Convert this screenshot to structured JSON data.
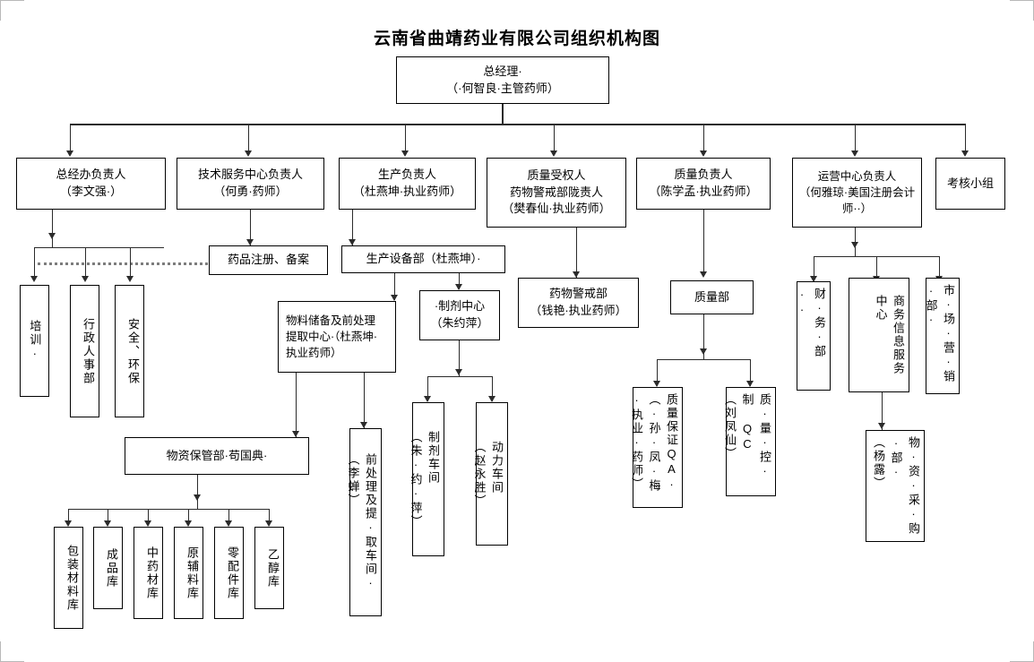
{
  "title": "云南省曲靖药业有限公司组织机构图",
  "root": {
    "label": "总经理·\n（·何智良·主管药师）"
  },
  "level2": [
    {
      "label": "总经办负责人\n（李文强·）"
    },
    {
      "label": "技术服务中心负责人\n（何勇·药师）"
    },
    {
      "label": "生产负责人\n（杜燕坤·执业药师）"
    },
    {
      "label": "质量受权人\n药物警戒部陇责人\n（樊春仙·执业药师）"
    },
    {
      "label": "质量负责人\n（陈学孟·执业药师）"
    },
    {
      "label": "运营中心负责人\n（何雅琼·美国注册会计师··）"
    },
    {
      "label": "考核小组"
    }
  ],
  "gm_office_children": [
    {
      "label": "培训·"
    },
    {
      "label": "行政人事部"
    },
    {
      "label": "安全、环保"
    }
  ],
  "tech_children": [
    {
      "label": "药品注册、备案"
    }
  ],
  "production": {
    "equipment_dept": {
      "label": "生产设备部（杜燕坤）·"
    },
    "material_center": {
      "label": "物料储备及前处理\n提取中心·（杜燕坤·\n执业药师）"
    },
    "preparation_center": {
      "label": "·制剂中心\n（朱约萍）"
    },
    "materials_custody": {
      "label": "物资保管部·苟国典·"
    },
    "warehouses": [
      {
        "label": "包装材料库"
      },
      {
        "label": "成品库"
      },
      {
        "label": "中药材库"
      },
      {
        "label": "原辅料库"
      },
      {
        "label": "零配件库"
      },
      {
        "label": "乙醇库"
      }
    ],
    "pretreat_workshop": {
      "label": "前处理及提·取车间·\n（李蝉）"
    },
    "prep_workshop": {
      "label": "制剂车间\n（朱·约·萍）"
    },
    "power_workshop": {
      "label": "动力车间\n（赵永胜）"
    }
  },
  "pharmacovigilance": {
    "label": "药物警戒部\n（钱艳·执业药师）"
  },
  "quality": {
    "dept": {
      "label": "质量部"
    },
    "qa": {
      "label": "质量保证QA·\n（·孙·凤·梅·执业·药师）"
    },
    "qc": {
      "label": "质·量·控·制 QC\n（刘凤仙）"
    }
  },
  "operations": {
    "finance": {
      "label": "财·务·部··"
    },
    "business_info": {
      "label": "商务信息服务\n中心"
    },
    "marketing": {
      "label": "市·场·营·销·部·"
    },
    "procurement": {
      "label": "物·资·采·购·部·\n（杨露）"
    }
  }
}
